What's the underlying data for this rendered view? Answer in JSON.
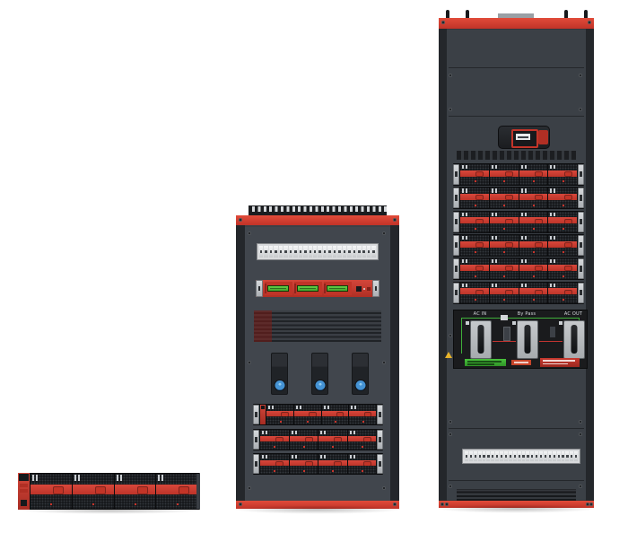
{
  "scene": {
    "background": "#ffffff",
    "description": "three modular power-system units: 1U rectifier shelf, medium cabinet, tall cabinet"
  },
  "colors": {
    "accent_red": "#c8392e",
    "cabinet_body": "#3b4046",
    "cabinet_side": "#24272b",
    "inner_panel": "#41464d",
    "module_black": "#141618",
    "display_green": "#55c43c",
    "connector_blue": "#4593d4",
    "breaker_white": "#d8dadc",
    "panel_black": "#1a1b1d",
    "circuit_green": "#3fae3a",
    "circuit_red": "#c23430",
    "warning_yellow": "#e8b32a"
  },
  "units": {
    "shelf": {
      "name": "1U power shelf",
      "modules": 4,
      "has_left_controller": true
    },
    "mid_cabinet": {
      "name": "medium power cabinet",
      "top_breakers": 24,
      "control_unit": {
        "displays": 3,
        "ports": [
          "ethernet-port",
          "status-led",
          "reset-button"
        ]
      },
      "vent_panel": true,
      "connectors": 3,
      "shelf_rows": 3,
      "modules_per_row": 4
    },
    "tall_cabinet": {
      "name": "tall power cabinet",
      "lifting_eyes": 4,
      "touch_display": true,
      "shelf_rows": 6,
      "modules_per_row": 4,
      "bypass_panel": {
        "labels": [
          "AC IN",
          "By Pass",
          "AC OUT"
        ],
        "switches": 3
      },
      "bottom_breakers": 26
    }
  }
}
